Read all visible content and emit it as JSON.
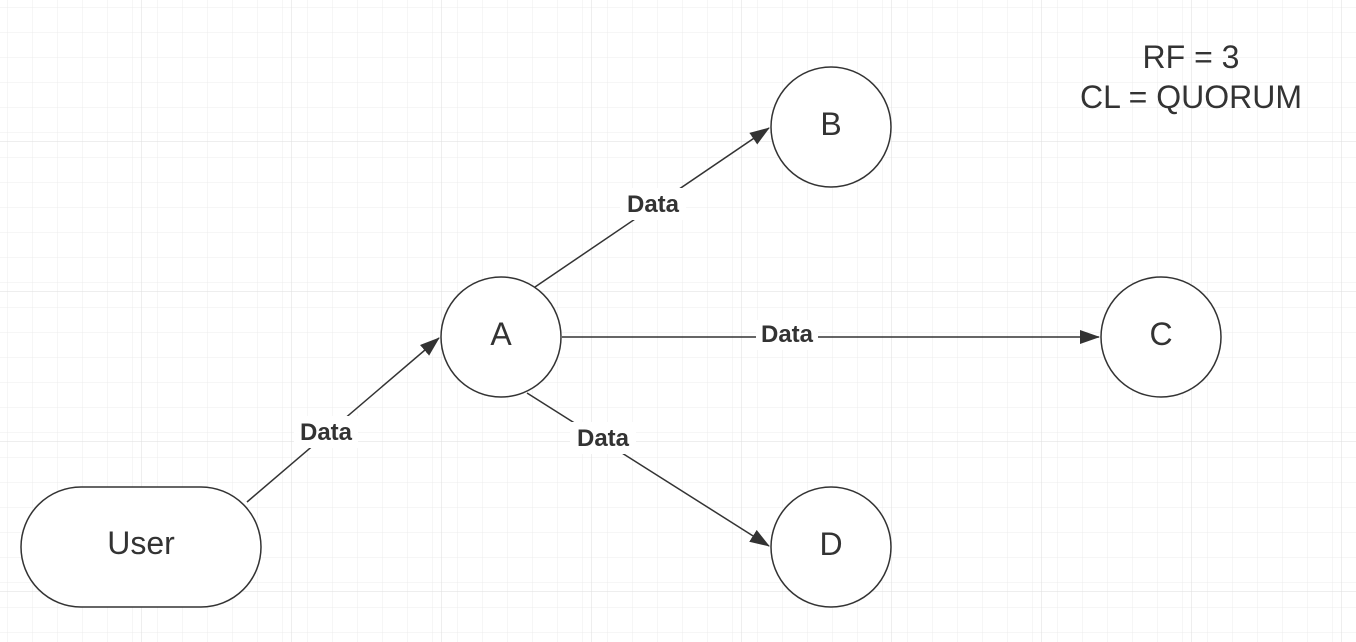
{
  "diagram": {
    "nodes": {
      "user": {
        "label": "User",
        "shape": "rounded-rectangle"
      },
      "a": {
        "label": "A",
        "shape": "circle"
      },
      "b": {
        "label": "B",
        "shape": "circle"
      },
      "c": {
        "label": "C",
        "shape": "circle"
      },
      "d": {
        "label": "D",
        "shape": "circle"
      }
    },
    "edges": [
      {
        "from": "User",
        "to": "A",
        "label": "Data"
      },
      {
        "from": "A",
        "to": "B",
        "label": "Data"
      },
      {
        "from": "A",
        "to": "C",
        "label": "Data"
      },
      {
        "from": "A",
        "to": "D",
        "label": "Data"
      }
    ],
    "note": {
      "line1": "RF = 3",
      "line2": "CL = QUORUM"
    },
    "colors": {
      "stroke": "#333333",
      "grid": "#e6e6e6",
      "background": "#ffffff"
    }
  }
}
